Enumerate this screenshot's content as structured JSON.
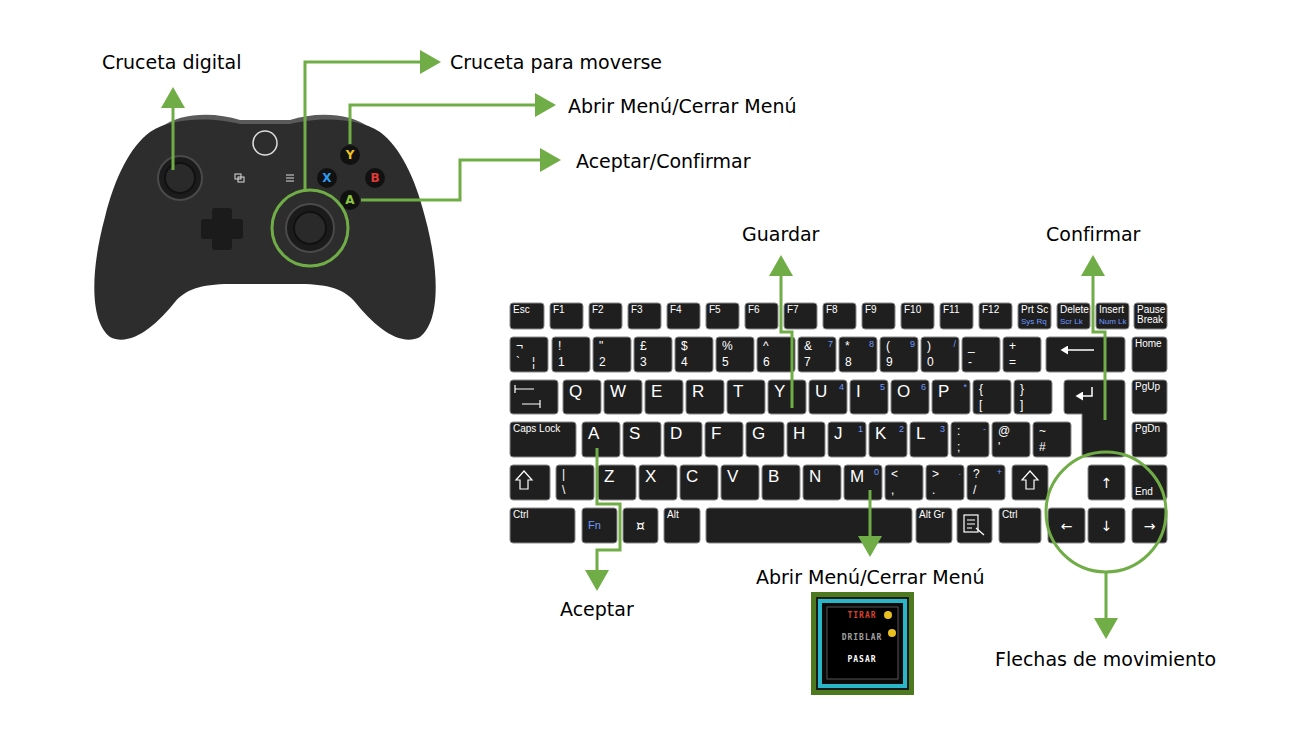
{
  "diagram": {
    "labels": [
      "Cruceta digital",
      "Cruceta para moverse",
      "Abrir Menú/Cerrar Menú",
      "Aceptar/Confirmar",
      "Guardar",
      "Confirmar",
      "Aceptar",
      "Abrir Menú/Cerrar Menú",
      "Flechas de movimiento",
      "Y",
      "X",
      "B",
      "A",
      "TIRAR",
      "DRIBLAR",
      "PASAR",
      "Esc",
      "F1",
      "F2",
      "F3",
      "F4",
      "F5",
      "F6",
      "F7",
      "F8",
      "F9",
      "F10",
      "F11",
      "F12",
      "Prt Sc",
      "Sys Rq",
      "Delete",
      "Scr Lk",
      "Insert",
      "Num Lk",
      "Pause Break",
      "¬",
      "`",
      "¦",
      "!",
      "1",
      "\"",
      "2",
      "£",
      "3",
      "$",
      "4",
      "%",
      "5",
      "^",
      "6",
      "&",
      "7",
      "7",
      "*",
      "8",
      "8",
      "(",
      "9",
      "9",
      ")",
      "0",
      "/",
      "_",
      "-",
      "+",
      "=",
      "Home",
      "Q",
      "W",
      "E",
      "R",
      "T",
      "Y",
      "U",
      "4",
      "I",
      "5",
      "O",
      "6",
      "P",
      "*",
      "{",
      "[",
      "}",
      "]",
      "PgUp",
      "Caps Lock",
      "A",
      "S",
      "D",
      "F",
      "G",
      "H",
      "J",
      "1",
      "K",
      "2",
      "L",
      "3",
      ":",
      ";",
      "-",
      "@",
      "'",
      "~",
      "#",
      "PgDn",
      "|",
      "\\",
      "Z",
      "X",
      "C",
      "V",
      "B",
      "N",
      "M",
      "0",
      "<",
      ",",
      ">",
      ".",
      ".",
      "?",
      "/",
      "+",
      "↑",
      "End",
      "Ctrl",
      "Fn",
      "¤",
      "Alt",
      "Alt Gr",
      "Ctrl",
      "←",
      "↓",
      "→"
    ]
  }
}
